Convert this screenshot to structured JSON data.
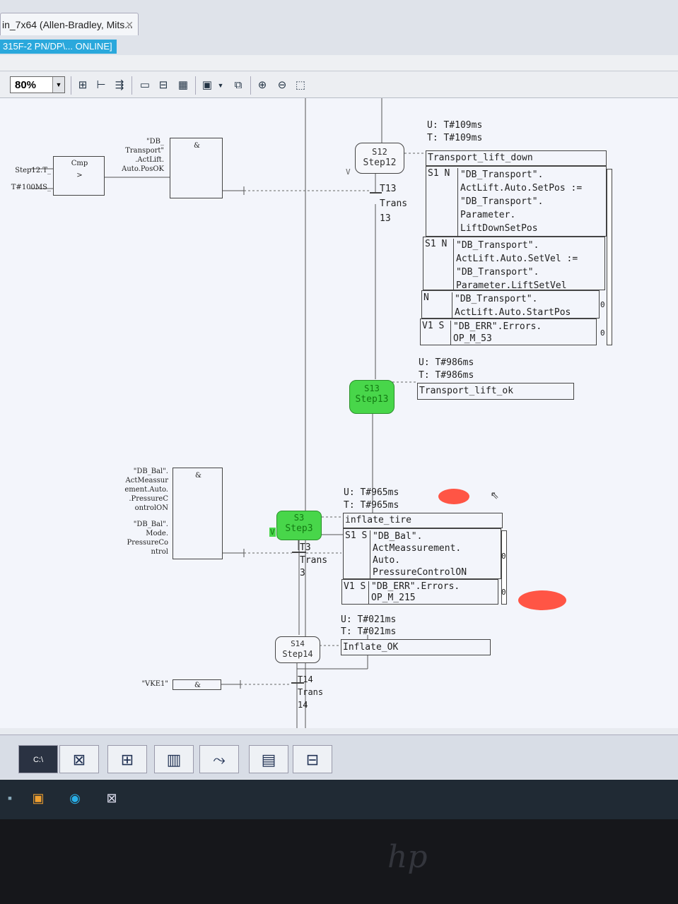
{
  "window": {
    "tab_title": "in_7x64 (Allen-Bradley, Mits...",
    "tab_close": "✕",
    "status_title": "315F-2 PN/DP\\... ONLINE]"
  },
  "toolbar": {
    "zoom_value": "80%"
  },
  "fbd": {
    "cmp_title": "Cmp",
    "cmp_op": ">",
    "in1": "Step12.T_",
    "in2": "T#100MS_",
    "and1_sym": "&",
    "and1_input": "\"DB_ Transport\" .ActLift. Auto.PosOK",
    "and2_sym": "&",
    "and2_input1": "\"DB_Bal\". ActMeassur ement.Auto. .PressureC ontrolON",
    "and2_input2": "\"DB_Bal\". Mode. PressureCo ntrol",
    "and3_sym": "&",
    "and3_input": "\"VKE1\""
  },
  "steps": {
    "s12": {
      "id": "S12",
      "name": "Step12",
      "u": "U: T#109ms",
      "t": "T: T#109ms",
      "action_title": "Transport_lift_down"
    },
    "s13": {
      "id": "S13",
      "name": "Step13",
      "u": "U: T#986ms",
      "t": "T: T#986ms",
      "action_title": "Transport_lift_ok"
    },
    "s3": {
      "id": "S3",
      "name": "Step3",
      "u": "U: T#965ms",
      "t": "T: T#965ms",
      "action_title": "inflate_tire"
    },
    "s14": {
      "id": "S14",
      "name": "Step14",
      "u": "U: T#021ms",
      "t": "T: T#021ms",
      "action_title": "Inflate_OK"
    }
  },
  "transitions": {
    "t13": [
      "T13",
      "Trans",
      "13"
    ],
    "t3": [
      "T3",
      "Trans",
      "3"
    ],
    "t14": [
      "T14",
      "Trans",
      "14"
    ]
  },
  "actions_s12": [
    {
      "q": "S1 N",
      "l1": "\"DB_Transport\".",
      "l2": "ActLift.Auto.SetPos :=",
      "l3": "\"DB_Transport\".",
      "l4": "Parameter.",
      "l5": "LiftDownSetPos"
    },
    {
      "q": "S1 N",
      "l1": "\"DB_Transport\".",
      "l2": "ActLift.Auto.SetVel :=",
      "l3": "\"DB_Transport\".",
      "l4": "Parameter.LiftSetVel"
    },
    {
      "q": "N",
      "l1": "\"DB_Transport\".",
      "l2": "ActLift.Auto.StartPos"
    },
    {
      "q": "V1 S",
      "l1": "\"DB_ERR\".Errors.",
      "l2": "OP_M_53"
    }
  ],
  "actions_s3": [
    {
      "q": "S1 S",
      "l1": "\"DB_Bal\".",
      "l2": "ActMeassurement.",
      "l3": "Auto.",
      "l4": "PressureControlON"
    },
    {
      "q": "V1 S",
      "l1": "\"DB_ERR\".Errors.",
      "l2": "OP_M_215"
    }
  ],
  "markers": {
    "v1": "V",
    "v2": "V",
    "zero": "0"
  },
  "colors": {
    "active_step": "#48d64a",
    "title_highlight": "#2aa8dc",
    "redaction": "#ff5545"
  },
  "brand": {
    "logo": "hp"
  }
}
